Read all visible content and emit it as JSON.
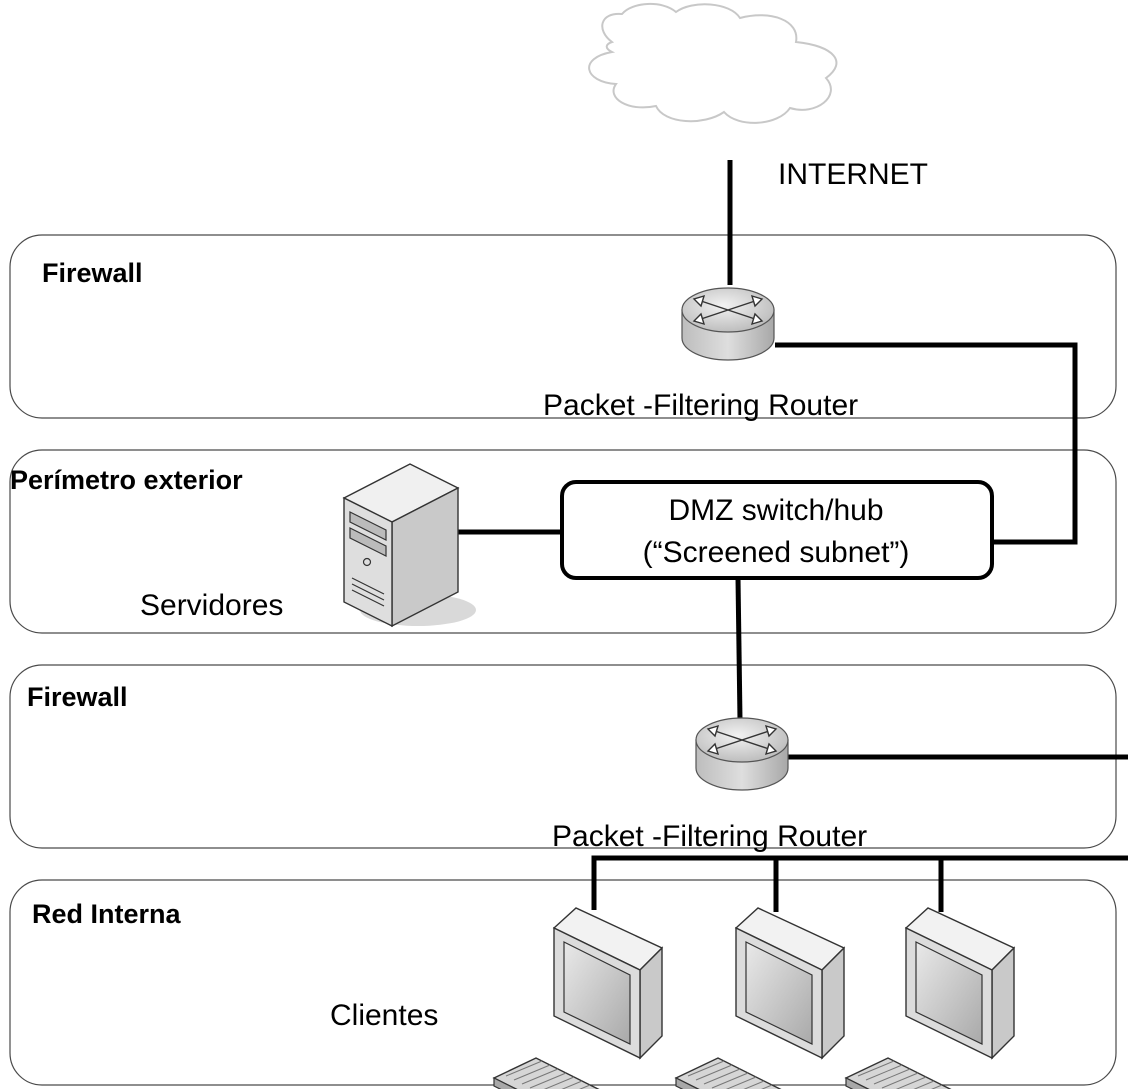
{
  "cloud_label": "INTERNET",
  "zones": [
    {
      "id": "firewall-outer",
      "title": "Firewall"
    },
    {
      "id": "perimeter",
      "title": "Perímetro exterior"
    },
    {
      "id": "firewall-inner",
      "title": "Firewall"
    },
    {
      "id": "internal",
      "title": "Red Interna"
    }
  ],
  "routers": [
    {
      "id": "outer",
      "label": "Packet -Filtering Router"
    },
    {
      "id": "inner",
      "label": "Packet -Filtering Router"
    }
  ],
  "dmz_switch": {
    "line1": "DMZ switch/hub",
    "line2": "(“Screened subnet”)"
  },
  "servers_label": "Servidores",
  "clients_label": "Clientes",
  "icons": [
    "cloud-icon",
    "router-icon",
    "server-icon",
    "desktop-computer-icon",
    "keyboard-icon"
  ],
  "colors": {
    "zone_border": "#4a4a4a",
    "device_gray": "#c8c8c8",
    "wire": "#000000"
  }
}
